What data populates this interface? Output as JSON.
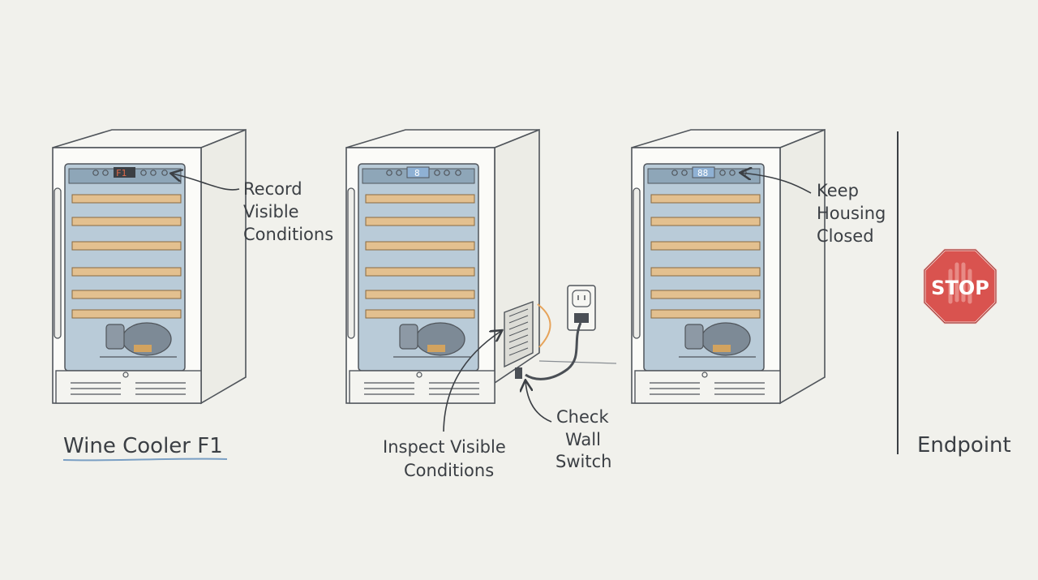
{
  "title": "Wine Cooler F1",
  "steps": [
    {
      "label_lines": [
        "Record",
        "Visible",
        "Conditions"
      ],
      "display": "F1"
    },
    {
      "label_lines": [
        "Inspect Visible",
        "Conditions"
      ],
      "display": "8"
    },
    {
      "label_lines": [
        "Check",
        "Wall",
        "Switch"
      ]
    },
    {
      "label_lines": [
        "Keep",
        "Housing",
        "Closed"
      ],
      "display": "88"
    }
  ],
  "endpoint": {
    "label": "Endpoint",
    "sign": "STOP"
  },
  "colors": {
    "background": "#f1f1ec",
    "shelf_wood": "#e3c08f",
    "glass": "#b9cbd8",
    "stop_red": "#d9534f",
    "underline": "#7a9fc4",
    "display_red": "#d0573b",
    "display_blue": "#8fb1d4"
  }
}
